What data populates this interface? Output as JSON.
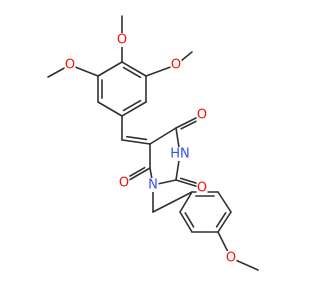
{
  "molecule": {
    "atoms": {
      "o_top": "O",
      "o_left": "O",
      "o_right": "O",
      "o_c4": "O",
      "nh": "HN",
      "o_c2": "O",
      "o_c6": "O",
      "n1": "N",
      "o_bottom": "O"
    }
  },
  "colors": {
    "bond": "#303030",
    "oxygen": "#ff0d0d",
    "nitrogen": "#3050f8"
  }
}
